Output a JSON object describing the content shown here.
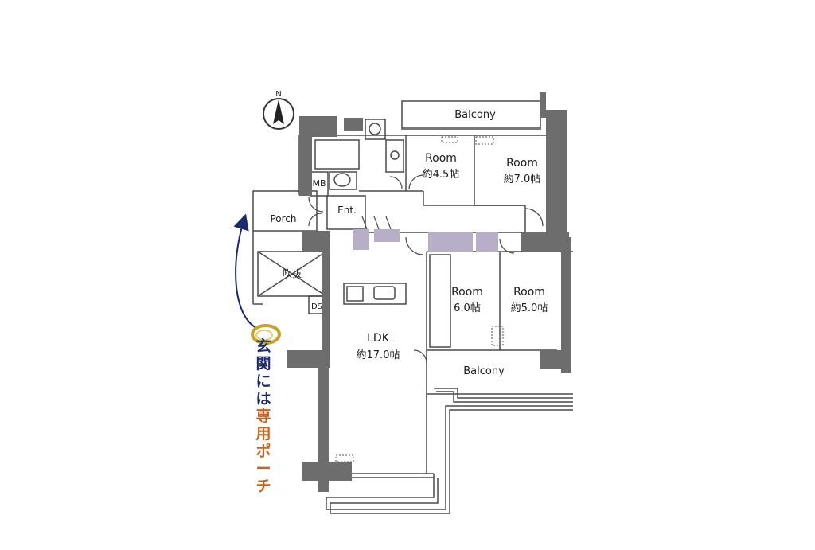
{
  "compass": {
    "letter": "N"
  },
  "rooms": {
    "balcony_north": {
      "label": "Balcony"
    },
    "room_a": {
      "label": "Room",
      "size": "約4.5帖"
    },
    "room_b": {
      "label": "Room",
      "size": "約7.0帖"
    },
    "mb": {
      "label": "MB"
    },
    "entrance": {
      "label": "Ent."
    },
    "porch": {
      "label": "Porch"
    },
    "void": {
      "label": "吹抜"
    },
    "ds": {
      "label": "DS"
    },
    "room_c": {
      "label": "Room",
      "size": "6.0帖"
    },
    "room_d": {
      "label": "Room",
      "size": "約5.0帖"
    },
    "ldk": {
      "label": "LDK",
      "size": "約17.0帖"
    },
    "balcony_south": {
      "label": "Balcony"
    }
  },
  "callout": {
    "chars": [
      {
        "char": "玄",
        "color": "#1c2a6e"
      },
      {
        "char": "関",
        "color": "#1c2a6e"
      },
      {
        "char": "に",
        "color": "#1c2a6e"
      },
      {
        "char": "は",
        "color": "#1c2a6e"
      },
      {
        "char": "専",
        "color": "#c8641e"
      },
      {
        "char": "用",
        "color": "#c8641e"
      },
      {
        "char": "ポ",
        "color": "#c8641e"
      },
      {
        "char": "ー",
        "color": "#c8641e"
      },
      {
        "char": "チ",
        "color": "#c8641e"
      }
    ],
    "arrow_color": "#1c2a6e",
    "ring_color": "#c9a227"
  },
  "colors": {
    "wall": "#6d6d6d",
    "line": "#4a4a4a",
    "closet": "#b9aec8"
  }
}
